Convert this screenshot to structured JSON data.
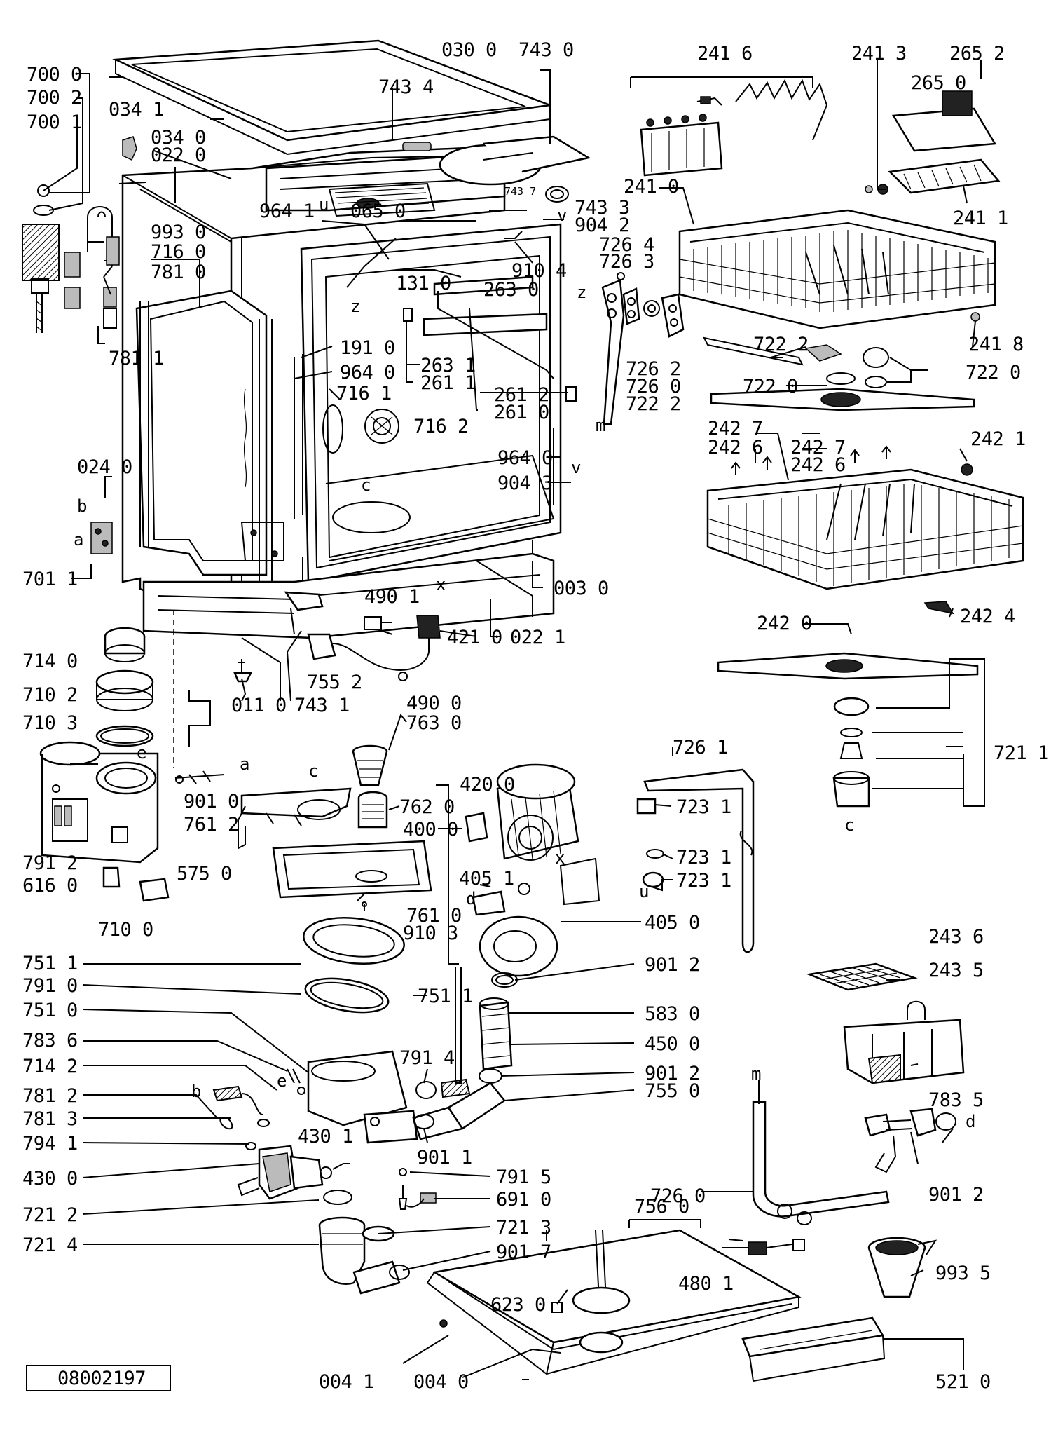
{
  "doc_code": "08002197",
  "marker_letters": {
    "a1": "a",
    "a2": "a",
    "b1": "b",
    "b2": "b",
    "c1": "c",
    "c2": "c",
    "c3": "c",
    "d1": "d",
    "d2": "d",
    "e1": "e",
    "e2": "e",
    "m1": "m",
    "m2": "m",
    "x1": "x",
    "x2": "x",
    "z1": "z",
    "z2": "z",
    "u1": "u",
    "u2": "u",
    "v1": "v",
    "v2": "v"
  },
  "callouts": {
    "c0300": "030 0",
    "c7430": "743 0",
    "c7434": "743 4",
    "c0341": "034 1",
    "c0340": "034 0",
    "c0220": "022 0",
    "c7000": "700 0",
    "c7002": "700 2",
    "c7001": "700 1",
    "c9930": "993 0",
    "c7160": "716 0",
    "c7810": "781 0",
    "c7811": "781 1",
    "c9641": "964 1",
    "c0650": "065 0",
    "c7437": "743 7",
    "c7433": "743 3",
    "c9042": "904 2",
    "c9104": "910 4",
    "c2630": "263 0",
    "c1310": "131 0",
    "c7264": "726 4",
    "c7263": "726 3",
    "c1910": "191 0",
    "c9640a": "964 0",
    "c7161": "716 1",
    "c7162": "716 2",
    "c2631": "263 1",
    "c2611": "261 1",
    "c2612": "261 2",
    "c2610": "261 0",
    "c7262": "726 2",
    "c7260a": "726 0",
    "c7222a": "722 2",
    "c0240": "024 0",
    "c9640b": "964 0",
    "c9043": "904 3",
    "c7011": "701 1",
    "c0030": "003 0",
    "c0221": "022 1",
    "c4901": "490 1",
    "c4210": "421 0",
    "c7552": "755 2",
    "c7431": "743 1",
    "c0110": "011 0",
    "c4900": "490 0",
    "c7630": "763 0",
    "c2416": "241 6",
    "c2413": "241 3",
    "c2652": "265 2",
    "c2650": "265 0",
    "c2410": "241 0",
    "c2411": "241 1",
    "c7222b": "722 2",
    "c2418": "241 8",
    "c7220a": "722 0",
    "c7220b": "722 0",
    "c2427a": "242 7",
    "c2426a": "242 6",
    "c2427b": "242 7",
    "c2426b": "242 6",
    "c2421": "242 1",
    "c2420": "242 0",
    "c2424": "242 4",
    "c7211": "721 1",
    "c7140": "714 0",
    "c7102": "710 2",
    "c7103": "710 3",
    "c7912": "791 2",
    "c6160": "616 0",
    "c5750": "575 0",
    "c7100": "710 0",
    "c9010": "901 0",
    "c7612": "761 2",
    "c7620": "762 0",
    "c7610": "761 0",
    "c9103": "910 3",
    "c4200": "420 0",
    "c4000": "400 0",
    "c4051": "405 1",
    "c4050": "405 0",
    "c7261": "726 1",
    "c7231a": "723 1",
    "c7231b": "723 1",
    "c7231c": "723 1",
    "c7511a": "751 1",
    "c7910": "791 0",
    "c7510": "751 0",
    "c7836": "783 6",
    "c7142": "714 2",
    "c7812": "781 2",
    "c7813": "781 3",
    "c7941": "794 1",
    "c4300": "430 0",
    "c7212": "721 2",
    "c7214": "721 4",
    "c7511b": "751 1",
    "c7914": "791 4",
    "c4301": "430 1",
    "c9011": "901 1",
    "c7915": "791 5",
    "c6910": "691 0",
    "c7213": "721 3",
    "c9017": "901 7",
    "c9012a": "901 2",
    "c5830": "583 0",
    "c4500": "450 0",
    "c9012b": "901 2",
    "c7550": "755 0",
    "c2436": "243 6",
    "c2435": "243 5",
    "c7835": "783 5",
    "c9012c": "901 2",
    "c7260b": "726 0",
    "c7560": "756 0",
    "c4801": "480 1",
    "c9935": "993 5",
    "c6230": "623 0",
    "c0041": "004 1",
    "c0040": "004 0",
    "c5210": "521 0"
  }
}
